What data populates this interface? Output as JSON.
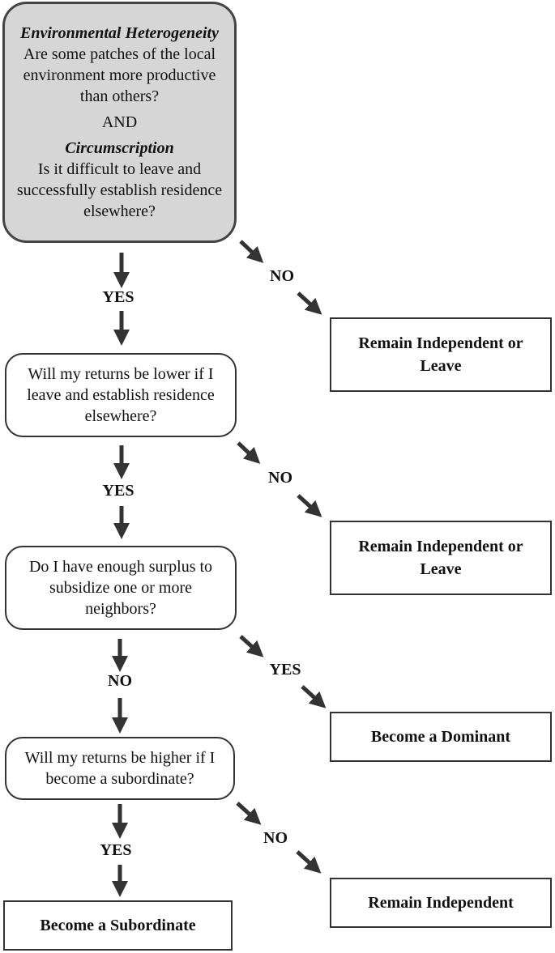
{
  "q1": {
    "title1": "Environmental Heterogeneity",
    "text1": "Are some patches of the local environment more productive than others?",
    "and": "AND",
    "title2": "Circumscription",
    "text2": "Is it difficult to leave and successfully establish residence elsewhere?"
  },
  "q2": "Will my returns be lower if I leave and establish residence elsewhere?",
  "q3": "Do I have enough surplus to subsidize one or more neighbors?",
  "q4": "Will my returns be higher if I become a subordinate?",
  "outcomes": {
    "o1": "Remain Independent or Leave",
    "o2": "Remain Independent or Leave",
    "o3": "Become a Dominant",
    "o4": "Remain Independent",
    "o5": "Become a Subordinate"
  },
  "labels": {
    "q1_down": "YES",
    "q1_right": "NO",
    "q2_down": "YES",
    "q2_right": "NO",
    "q3_down": "NO",
    "q3_right": "YES",
    "q4_down": "YES",
    "q4_right": "NO"
  }
}
